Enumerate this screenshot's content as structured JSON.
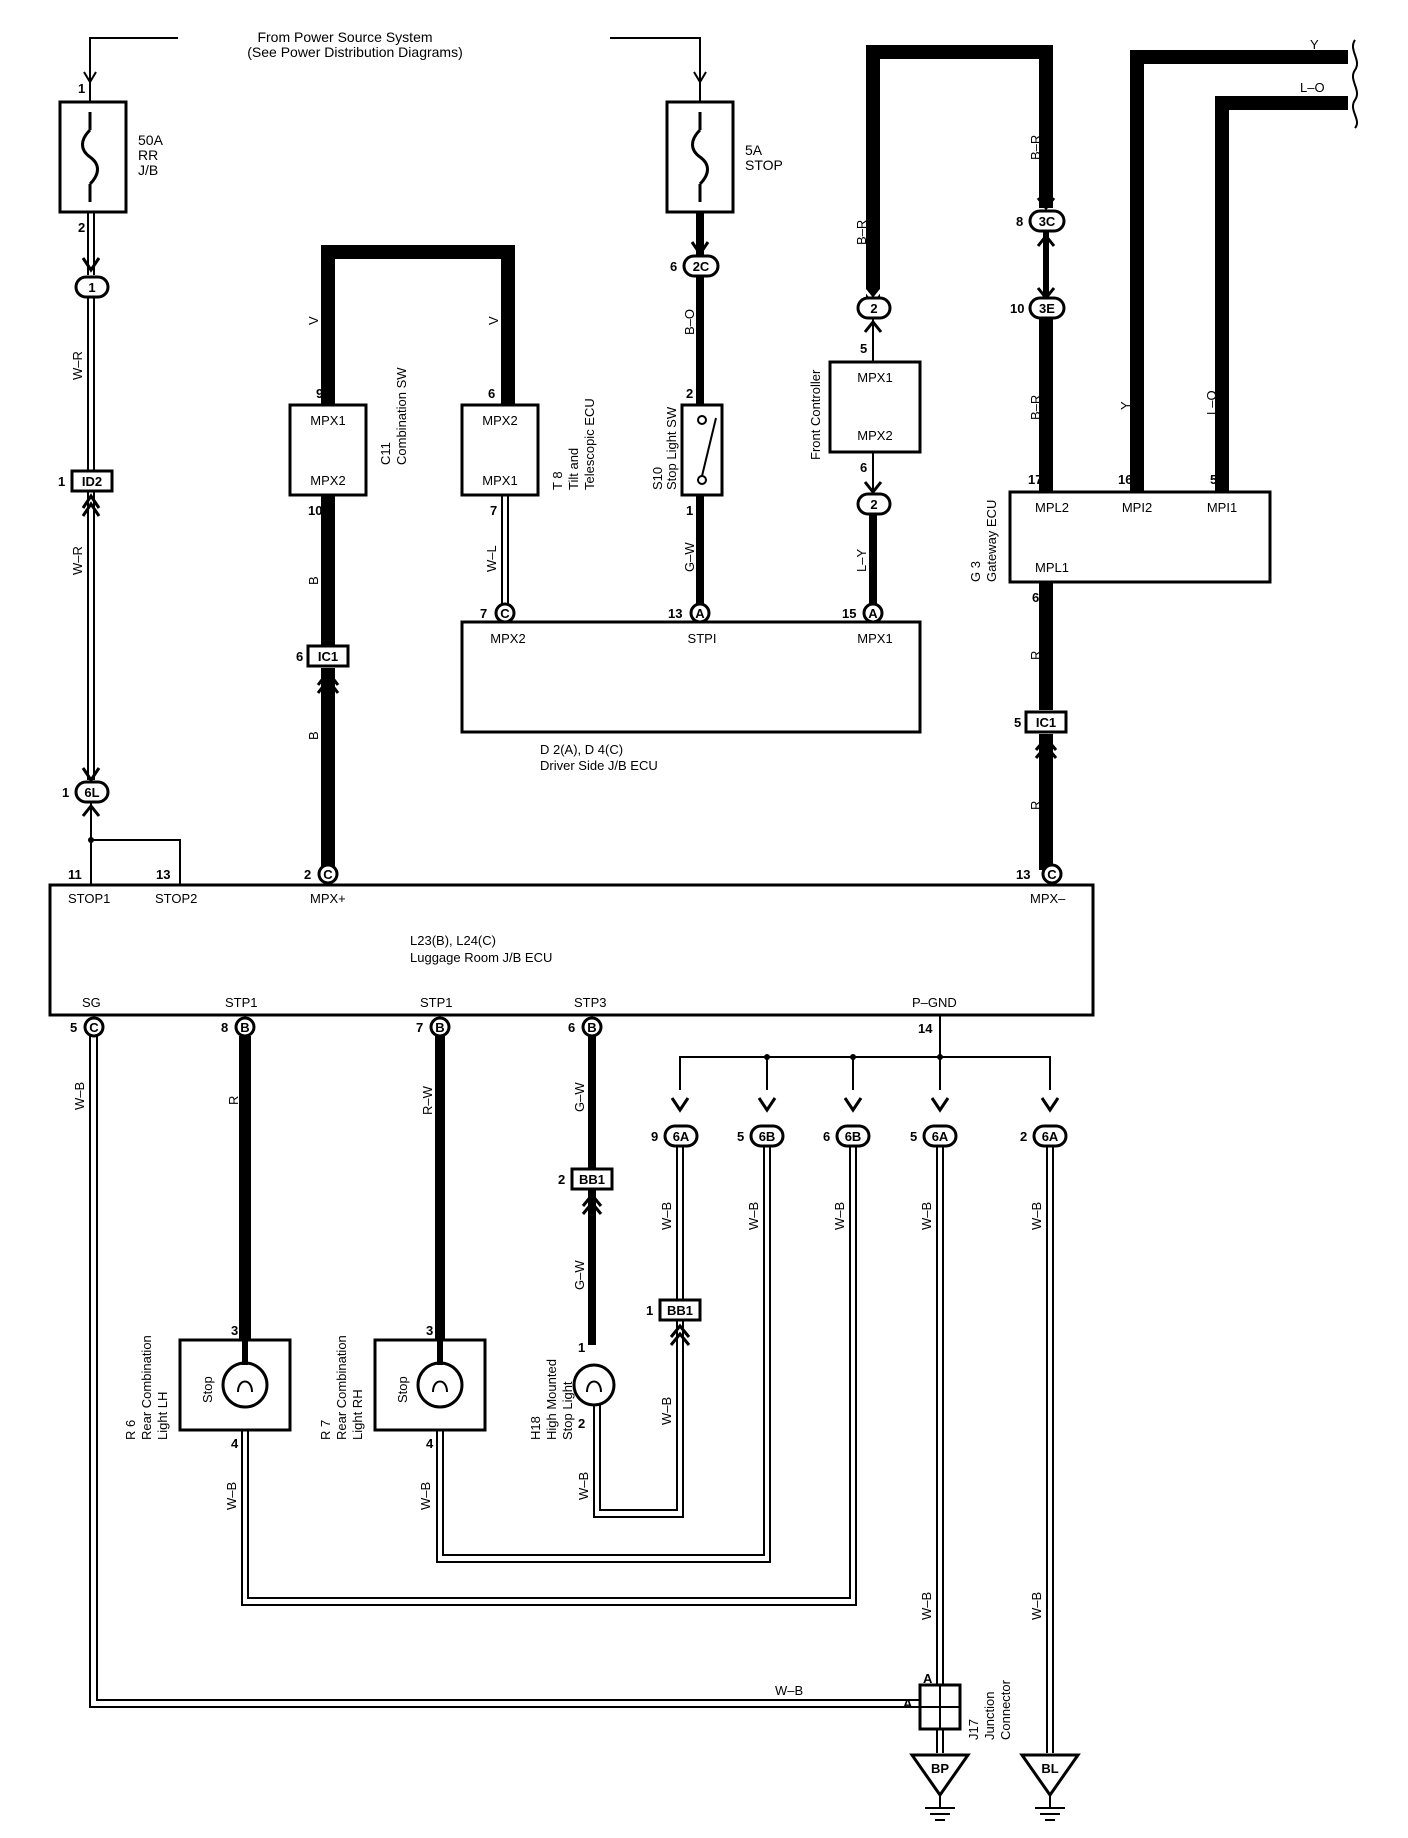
{
  "source": {
    "line1": "From Power Source System",
    "line2": "(See Power Distribution Diagrams)"
  },
  "fuses": {
    "rr": {
      "amp": "50A",
      "name1": "RR",
      "name2": "J/B",
      "pin_in": "1",
      "pin_out": "2"
    },
    "stop": {
      "amp": "5A",
      "name": "STOP"
    }
  },
  "wires": {
    "wr_top": "W–R",
    "wr_mid": "W–R",
    "v_left": "V",
    "v_right": "V",
    "b_upper": "B",
    "b_lower": "B",
    "wl": "W–L",
    "bo": "B–O",
    "gw_stop": "G–W",
    "br_front": "B–R",
    "ly": "L–Y",
    "br_top": "B–R",
    "br_mid": "B–R",
    "y_vert": "Y",
    "lo_vert": "L–O",
    "y_top": "Y",
    "lo_top": "L–O",
    "r_upper": "R",
    "r_lower": "R",
    "wb_sg": "W–B",
    "r_stp1": "R",
    "rw_stp1": "R–W",
    "gw_stp3": "G–W",
    "gw_stp3b": "G–W",
    "wb_9": "W–B",
    "wb_5b": "W–B",
    "wb_6b": "W–B",
    "wb_5a": "W–B",
    "wb_2a": "W–B",
    "wb_bb1": "W–B",
    "wb_r6": "W–B",
    "wb_r7": "W–B",
    "wb_h18": "W–B",
    "wb_j17v": "W–B",
    "wb_bl": "W–B",
    "wb_horiz": "W–B"
  },
  "connectors": {
    "c1": "1",
    "id2": "ID2",
    "6l": "6L",
    "ic1_left": "IC1",
    "ic1_right": "IC1",
    "2c": "2C",
    "2_top": "2",
    "2_bot": "2",
    "3c": "3C",
    "3e": "3E",
    "bb1_a": "BB1",
    "bb1_b": "BB1",
    "c_letter": "C",
    "a_letter": "A",
    "b_letter": "B",
    "6a": "6A",
    "6b": "6B"
  },
  "pins": {
    "id2": "1",
    "6l": "1",
    "ic1_left": "6",
    "ic1_right": "5",
    "2c": "6",
    "c11_9": "9",
    "c11_10": "10",
    "t8_6": "6",
    "t8_7": "7",
    "s10_2": "2",
    "s10_1": "1",
    "fc_5": "5",
    "fc_6": "6",
    "3c": "8",
    "3e": "10",
    "g3_17": "17",
    "g3_16": "16",
    "g3_5": "5",
    "g3_6": "6",
    "d_7": "7",
    "d_13": "13",
    "d_15": "15",
    "l_11": "11",
    "l_13": "13",
    "l_2": "2",
    "l_13c": "13",
    "l_5": "5",
    "l_8": "8",
    "l_7": "7",
    "l_6": "6",
    "l_14": "14",
    "g_9": "9",
    "g_5b": "5",
    "g_6b": "6",
    "g_5a": "5",
    "g_2a": "2",
    "bb1_a": "2",
    "bb1_b": "1",
    "r6_3": "3",
    "r6_4": "4",
    "r7_3": "3",
    "r7_4": "4",
    "h18_1": "1",
    "h18_2": "2",
    "j17_a1": "A",
    "j17_a2": "A"
  },
  "components": {
    "c11": {
      "top": "MPX1",
      "bottom": "MPX2",
      "ref": "C11",
      "name": "Combination SW"
    },
    "t8": {
      "top": "MPX2",
      "bottom": "MPX1",
      "ref": "T 8",
      "name1": "Tilt and",
      "name2": "Telescopic ECU"
    },
    "s10": {
      "ref": "S10",
      "name": "Stop Light SW"
    },
    "fc": {
      "top": "MPX1",
      "bottom": "MPX2",
      "name": "Front Controller"
    },
    "g3": {
      "mpl2": "MPL2",
      "mpi2": "MPI2",
      "mpi1": "MPI1",
      "mpl1": "MPL1",
      "ref": "G 3",
      "name": "Gateway ECU"
    },
    "d2": {
      "mpx2": "MPX2",
      "stpi": "STPI",
      "mpx1": "MPX1",
      "ref": "D 2(A), D 4(C)",
      "name": "Driver Side J/B ECU"
    },
    "l23": {
      "stop1": "STOP1",
      "stop2": "STOP2",
      "mpxp": "MPX+",
      "mpxm": "MPX–",
      "ref": "L23(B), L24(C)",
      "name": "Luggage Room J/B ECU",
      "sg": "SG",
      "stp1a": "STP1",
      "stp1b": "STP1",
      "stp3": "STP3",
      "pgnd": "P–GND"
    },
    "r6": {
      "ref": "R 6",
      "name1": "Rear Combination",
      "name2": "Light LH",
      "inner": "Stop"
    },
    "r7": {
      "ref": "R 7",
      "name1": "Rear Combination",
      "name2": "Light RH",
      "inner": "Stop"
    },
    "h18": {
      "ref": "H18",
      "name1": "High Mounted",
      "name2": "Stop Light"
    },
    "j17": {
      "ref": "J17",
      "name1": "Junction",
      "name2": "Connector"
    },
    "bp": "BP",
    "bl": "BL"
  }
}
